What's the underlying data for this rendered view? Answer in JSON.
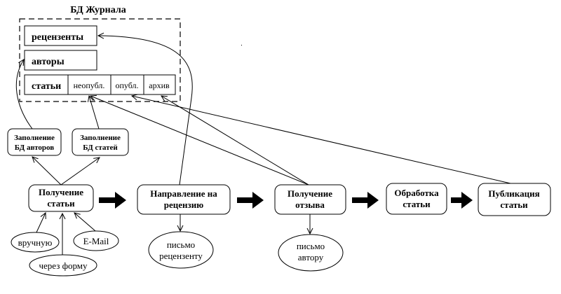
{
  "db": {
    "title": "БД Журнала",
    "tables": {
      "reviewers": "рецензенты",
      "authors": "авторы",
      "articles": "статьи",
      "unpublished": "неопубл.",
      "published": "опубл.",
      "archive": "архив"
    }
  },
  "fill_boxes": {
    "authors": [
      "Заполнение",
      "БД авторов"
    ],
    "articles": [
      "Заполнение",
      "БД статей"
    ]
  },
  "process": [
    {
      "id": "receive-article",
      "lines": [
        "Получение",
        "статьи"
      ]
    },
    {
      "id": "send-review",
      "lines": [
        "Направление на",
        "рецензию"
      ]
    },
    {
      "id": "receive-review",
      "lines": [
        "Получение",
        "отзыва"
      ]
    },
    {
      "id": "process-article",
      "lines": [
        "Обработка",
        "статьи"
      ]
    },
    {
      "id": "publish-article",
      "lines": [
        "Публикация",
        "статьи"
      ]
    }
  ],
  "inputs": {
    "manual": "вручную",
    "email": "E-Mail",
    "form": "через форму"
  },
  "letters": {
    "to_reviewer": [
      "письмо",
      "рецензенту"
    ],
    "to_author": [
      "письмо",
      "автору"
    ]
  }
}
